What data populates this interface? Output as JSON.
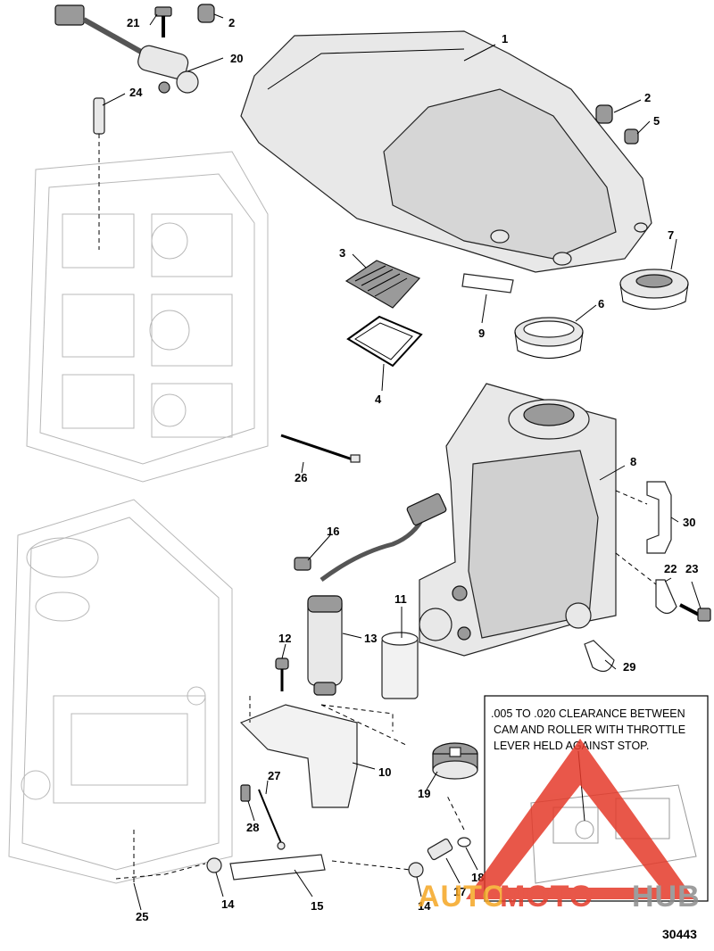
{
  "callouts": {
    "c1": "1",
    "c2a": "2",
    "c2b": "2",
    "c3": "3",
    "c4": "4",
    "c5": "5",
    "c6": "6",
    "c7": "7",
    "c8": "8",
    "c9": "9",
    "c10": "10",
    "c11": "11",
    "c12": "12",
    "c13": "13",
    "c14a": "14",
    "c14b": "14",
    "c15": "15",
    "c16": "16",
    "c17": "17",
    "c18": "18",
    "c19": "19",
    "c20": "20",
    "c21": "21",
    "c22": "22",
    "c23": "23",
    "c24": "24",
    "c25": "25",
    "c26": "26",
    "c27": "27",
    "c28": "28",
    "c29": "29",
    "c30": "30"
  },
  "note": {
    "line1": ".005 TO .020 CLEARANCE BETWEEN",
    "line2": "CAM AND ROLLER WITH THROTTLE",
    "line3": "LEVER HELD AGAINST STOP."
  },
  "watermark": {
    "auto": "AUTO",
    "moto": "MOTO",
    "hub": "HUB",
    "red": "#e53a2a",
    "orange": "#f5a623",
    "gray": "#8c8c8c"
  },
  "figure_number": "30443"
}
